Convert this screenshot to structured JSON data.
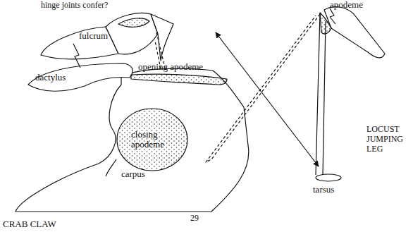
{
  "diagram": {
    "labels": [
      "hinge joints confer?",
      "fulcrum",
      "dactylus",
      "opening apodeme",
      "closing apodeme",
      "carpus",
      "29",
      "CRAB CLAW",
      "apodeme",
      "LOCUST JUMPING LEG",
      "tarsus"
    ]
  }
}
